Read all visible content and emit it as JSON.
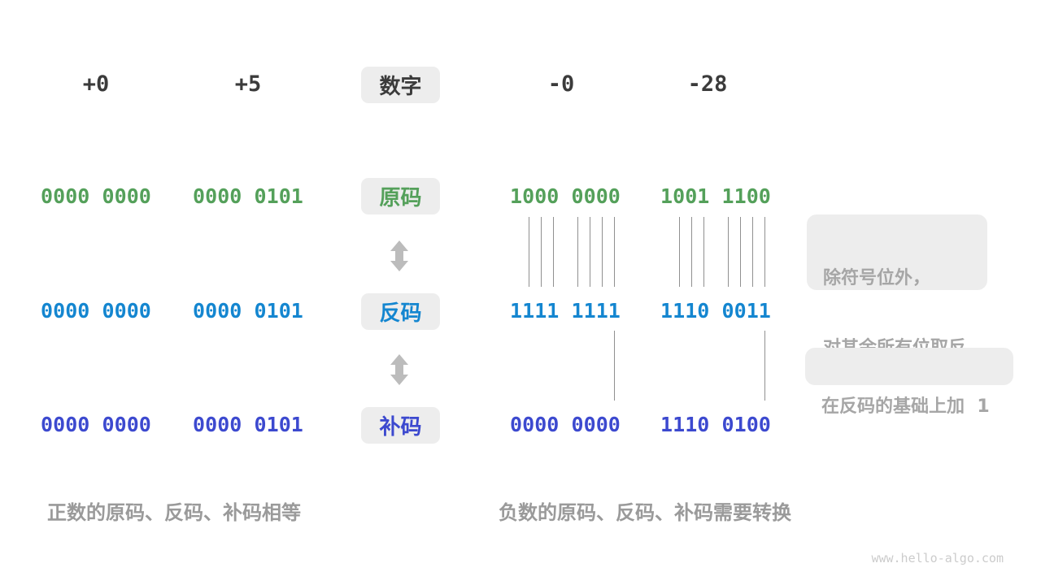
{
  "palette": {
    "dark": "#3b3b3b",
    "green": "#54a05a",
    "blue": "#1486d0",
    "indigo": "#3c49cf",
    "box_bg": "#ededed",
    "note_text": "#a6a6a6",
    "caption_text": "#9a9a9a",
    "line": "#909090",
    "arrow": "#bcbcbc",
    "watermark": "#cccccc"
  },
  "header": {
    "numbers": [
      "+0",
      "+5",
      "-0",
      "-28"
    ],
    "label": "数字"
  },
  "rows": [
    {
      "label": "原码",
      "values": [
        "0000 0000",
        "0000 0101",
        "1000 0000",
        "1001 1100"
      ]
    },
    {
      "label": "反码",
      "values": [
        "0000 0000",
        "0000 0101",
        "1111 1111",
        "1110 0011"
      ]
    },
    {
      "label": "补码",
      "values": [
        "0000 0000",
        "0000 0101",
        "0000 0000",
        "1110 0100"
      ]
    }
  ],
  "annotations": [
    {
      "lines": [
        "除符号位外，",
        "对其余所有位取反"
      ]
    },
    {
      "lines": [
        "在反码的基础上加  1"
      ]
    }
  ],
  "captions": {
    "positive": "正数的原码、反码、补码相等",
    "negative": "负数的原码、反码、补码需要转换"
  },
  "watermark": "www.hello-algo.com",
  "bit_lines": {
    "flip_stage": {
      "char_indices": [
        1,
        2,
        3,
        5,
        6,
        7,
        8
      ]
    },
    "add_stage": {
      "char_indices": [
        8
      ]
    }
  }
}
